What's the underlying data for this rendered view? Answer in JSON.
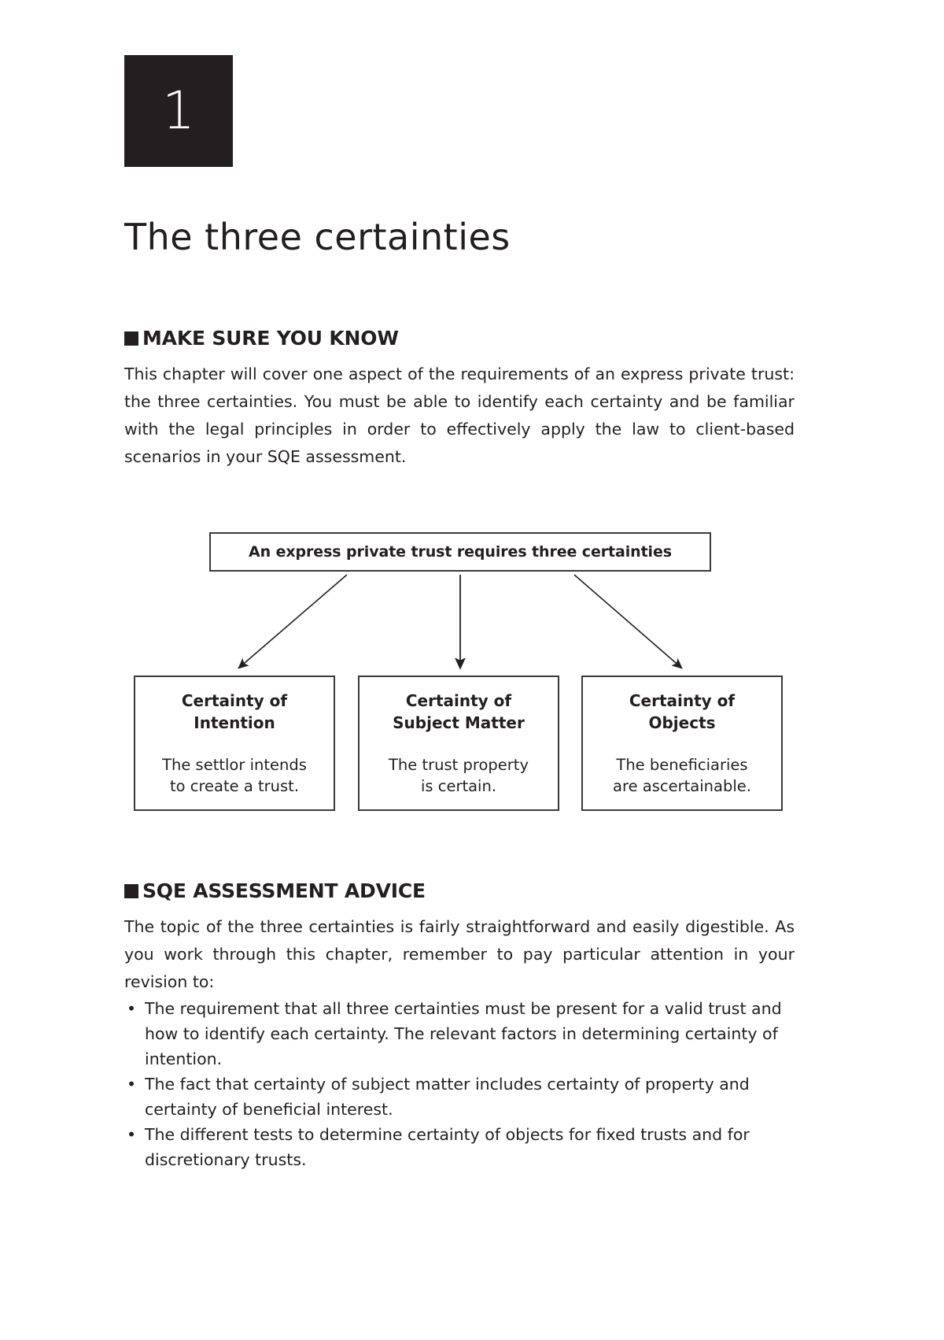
{
  "chapter": {
    "number": "1",
    "title": "The three certainties"
  },
  "sections": [
    {
      "id": "make-sure-you-know",
      "heading": "MAKE SURE YOU KNOW",
      "paragraph": "This chapter will cover one aspect of the requirements of an express private trust: the three certainties. You must be able to identify each certainty and be familiar with the legal principles in order to effectively apply the law to client-based scenarios in your SQE assessment."
    },
    {
      "id": "sqe-assessment-advice",
      "heading": "SQE ASSESSMENT ADVICE",
      "paragraph": "The topic of the three certainties is fairly straightforward and easily digestible. As you work through this chapter, remember to pay particular attention in your revision to:",
      "bullets": [
        "The requirement that all three certainties must be present for a valid trust and how to identify each certainty. The relevant factors in determining certainty of intention.",
        "The fact that certainty of subject matter includes certainty of property and certainty of beneficial interest.",
        "The different tests to determine certainty of objects for fixed trusts and for discretionary trusts."
      ],
      "bullet_marker": "•"
    }
  ],
  "diagram": {
    "root": "An express private trust requires three certainties",
    "children": [
      {
        "heading_line1": "Certainty of",
        "heading_line2": "Intention",
        "desc_line1": "The settlor intends",
        "desc_line2": "to create a trust."
      },
      {
        "heading_line1": "Certainty of",
        "heading_line2": "Subject Matter",
        "desc_line1": "The trust property",
        "desc_line2": "is certain."
      },
      {
        "heading_line1": "Certainty of",
        "heading_line2": "Objects",
        "desc_line1": "The beneficiaries",
        "desc_line2": "are ascertainable."
      }
    ]
  },
  "colors": {
    "ink": "#231f20",
    "box_border": "#3a3a3a",
    "page_bg": "#ffffff"
  }
}
